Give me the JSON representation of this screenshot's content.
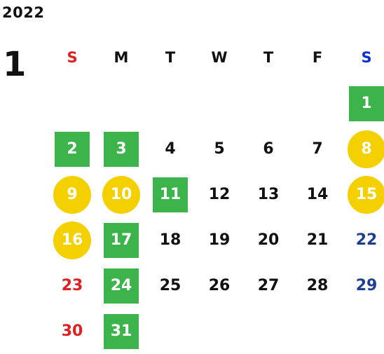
{
  "year": "2022",
  "month": "1",
  "weekdays": [
    {
      "label": "S",
      "color": "#e02020"
    },
    {
      "label": "M",
      "color": "#111111"
    },
    {
      "label": "T",
      "color": "#111111"
    },
    {
      "label": "W",
      "color": "#111111"
    },
    {
      "label": "T",
      "color": "#111111"
    },
    {
      "label": "F",
      "color": "#111111"
    },
    {
      "label": "S",
      "color": "#1030d0"
    }
  ],
  "colors": {
    "green_highlight": "#3cb44b",
    "yellow_highlight": "#f5d000",
    "sunday_text": "#e02020",
    "saturday_text": "#1e3f91"
  },
  "weeks": [
    [
      null,
      null,
      null,
      null,
      null,
      null,
      {
        "day": "1",
        "style": "green"
      }
    ],
    [
      {
        "day": "2",
        "style": "green"
      },
      {
        "day": "3",
        "style": "green"
      },
      {
        "day": "4",
        "style": "plain"
      },
      {
        "day": "5",
        "style": "plain"
      },
      {
        "day": "6",
        "style": "plain"
      },
      {
        "day": "7",
        "style": "plain"
      },
      {
        "day": "8",
        "style": "yellow"
      }
    ],
    [
      {
        "day": "9",
        "style": "yellow"
      },
      {
        "day": "10",
        "style": "yellow"
      },
      {
        "day": "11",
        "style": "green"
      },
      {
        "day": "12",
        "style": "plain"
      },
      {
        "day": "13",
        "style": "plain"
      },
      {
        "day": "14",
        "style": "plain"
      },
      {
        "day": "15",
        "style": "yellow"
      }
    ],
    [
      {
        "day": "16",
        "style": "yellow"
      },
      {
        "day": "17",
        "style": "green"
      },
      {
        "day": "18",
        "style": "plain"
      },
      {
        "day": "19",
        "style": "plain"
      },
      {
        "day": "20",
        "style": "plain"
      },
      {
        "day": "21",
        "style": "plain"
      },
      {
        "day": "22",
        "style": "sat"
      }
    ],
    [
      {
        "day": "23",
        "style": "sun"
      },
      {
        "day": "24",
        "style": "green"
      },
      {
        "day": "25",
        "style": "plain"
      },
      {
        "day": "26",
        "style": "plain"
      },
      {
        "day": "27",
        "style": "plain"
      },
      {
        "day": "28",
        "style": "plain"
      },
      {
        "day": "29",
        "style": "sat"
      }
    ],
    [
      {
        "day": "30",
        "style": "sun"
      },
      {
        "day": "31",
        "style": "green"
      },
      null,
      null,
      null,
      null,
      null
    ]
  ]
}
